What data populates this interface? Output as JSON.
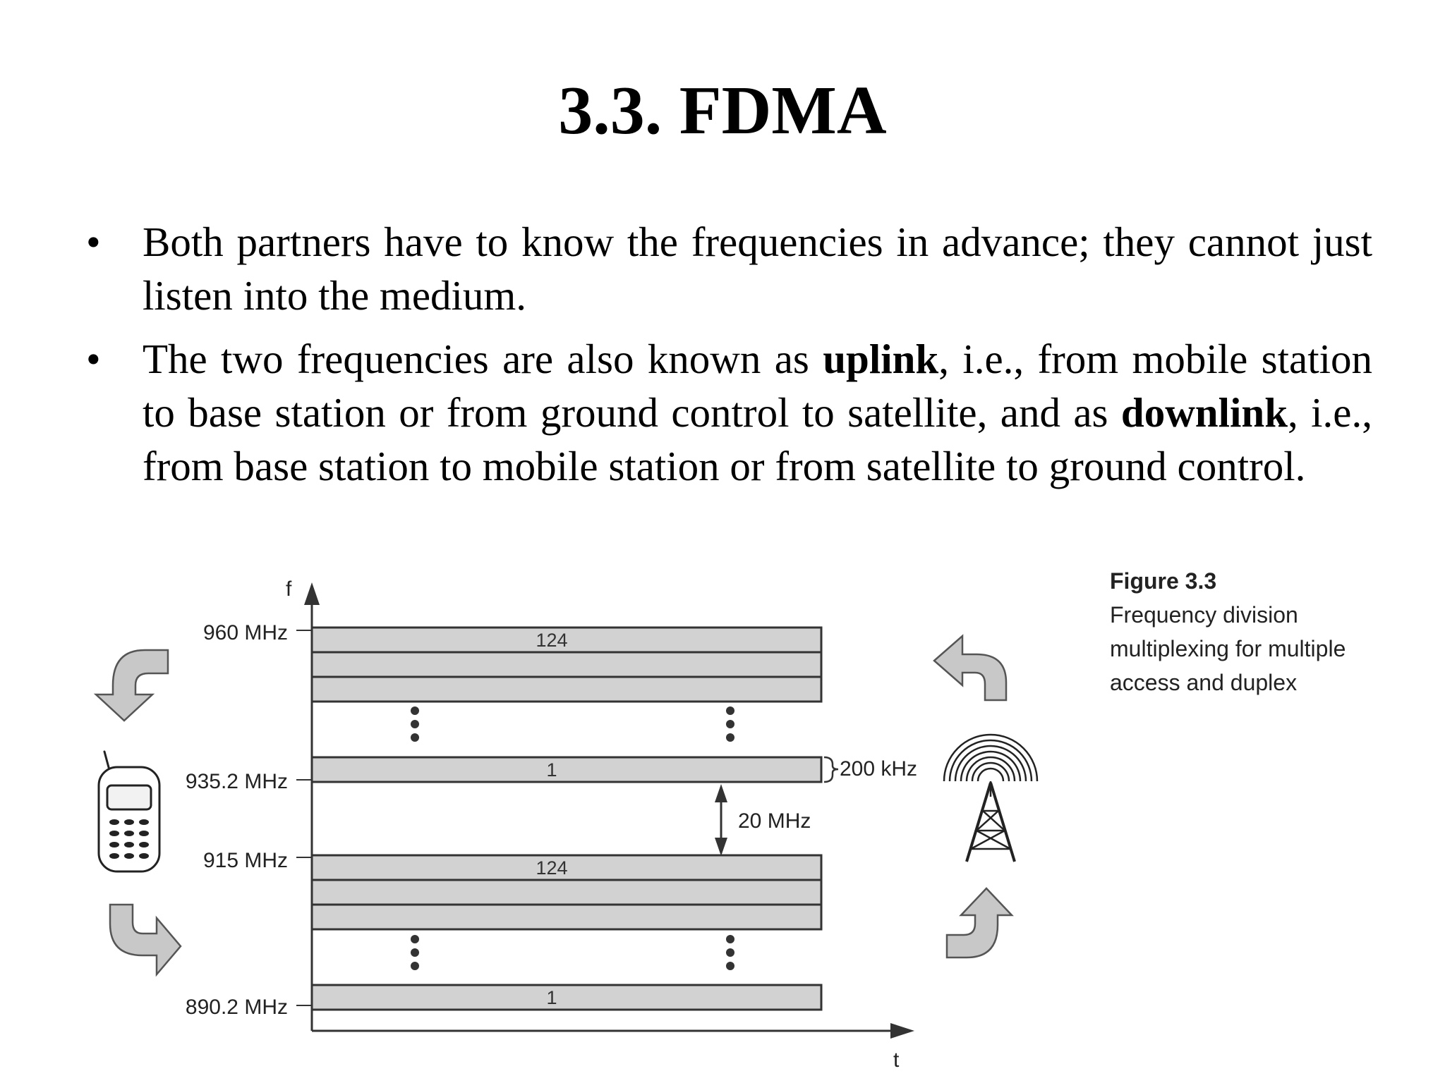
{
  "slide": {
    "title": "3.3. FDMA",
    "bullets": [
      {
        "mark": "•",
        "parts": [
          "Both partners have to know the frequencies in advance; they cannot just listen into the medium."
        ]
      },
      {
        "mark": "•",
        "parts": [
          "The two frequencies are also known as ",
          "uplink",
          ", i.e., from mobile station to base station or from ground control to satellite, and as ",
          "downlink",
          ", i.e., from base station to mobile station or from satellite to ground control."
        ]
      }
    ]
  },
  "figure": {
    "caption_title": "Figure 3.3",
    "caption_text": "Frequency division multiplexing for multiple access and duplex",
    "axis": {
      "y_label": "f",
      "x_label": "t"
    },
    "frequency_labels": [
      "960 MHz",
      "935.2 MHz",
      "915 MHz",
      "890.2 MHz"
    ],
    "channel_labels": {
      "top_downlink": "124",
      "bottom_downlink": "1",
      "top_uplink": "124",
      "bottom_uplink": "1"
    },
    "spacing_label": "200 kHz",
    "duplex_gap_label": "20 MHz",
    "icons": [
      "mobile-phone-icon",
      "base-station-antenna-icon",
      "curved-arrow-icon"
    ],
    "colors": {
      "channel_fill": "#d2d2d2",
      "stroke": "#333333",
      "arrow_fill": "#c8c8c8"
    }
  }
}
